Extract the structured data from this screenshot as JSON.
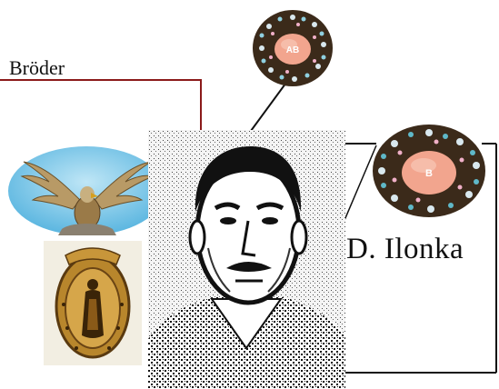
{
  "labels": {
    "broder": "Bröder",
    "ilonka": "D. Ilonka"
  },
  "blood_type_badges": {
    "top": "AB",
    "right": "B"
  },
  "colors": {
    "line_red": "#8b1a1a",
    "line_black": "#111111",
    "badge_ring": "#3b2a1a",
    "badge_core": "#f2a58e",
    "sky": "#7ec8ea"
  },
  "icons": [
    "eagle-image",
    "seal-medallion-image",
    "portrait-photo",
    "blood-type-ab-badge",
    "blood-type-b-badge"
  ]
}
